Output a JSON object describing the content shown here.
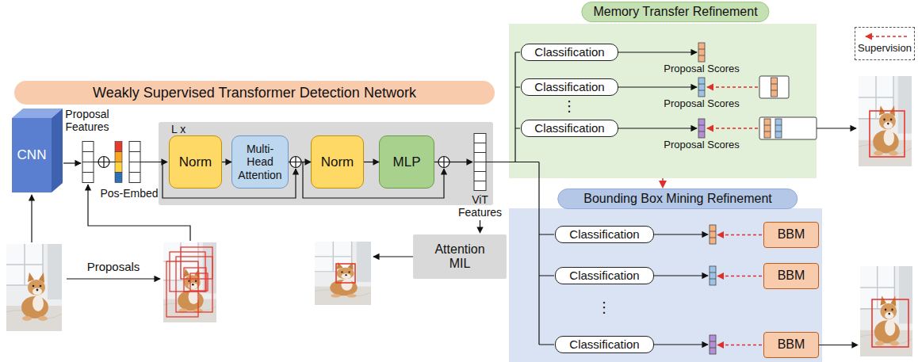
{
  "diagram": {
    "nodes": [
      {
        "text": [
          "Weakly Supervised Transformer Detection Network"
        ]
      },
      {
        "text": [
          "CNN"
        ]
      },
      {
        "text": [
          "L x"
        ]
      },
      {
        "text": [
          "Norm"
        ],
        "in": 2
      },
      {
        "text": [
          "Multi-Head Attention"
        ],
        "in": 2
      },
      {
        "text": [
          "Norm"
        ],
        "in": 2
      },
      {
        "text": [
          "MLP"
        ],
        "in": 2
      },
      {
        "text": [
          "Attention MIL"
        ]
      },
      {
        "text": [
          "Memory Transfer Refinement"
        ]
      },
      {
        "text": [
          "Classification"
        ],
        "in": 8
      },
      {
        "text": [
          "Classification"
        ],
        "in": 8
      },
      {
        "text": [
          "Classification"
        ],
        "in": 8
      },
      {
        "text": [
          "Bounding Box Mining Refinement"
        ]
      },
      {
        "text": [
          "Classification"
        ],
        "in": 12
      },
      {
        "text": [
          "BBM"
        ],
        "in": 12
      },
      {
        "text": [
          "Classification"
        ],
        "in": 12
      },
      {
        "text": [
          "BBM"
        ],
        "in": 12
      },
      {
        "text": [
          "Classification"
        ],
        "in": 12
      },
      {
        "text": [
          "BBM"
        ],
        "in": 12
      }
    ],
    "edges": [
      {
        "from": 3,
        "to": 4,
        "arrow": "to"
      },
      {
        "from": 4,
        "to": 5,
        "arrow": "to"
      },
      {
        "from": 5,
        "to": 6,
        "arrow": "to"
      },
      {
        "from": 8,
        "to": 12,
        "arrow": "to"
      }
    ],
    "labels": [
      "Proposal Features",
      "Pos-Embed",
      "ViT Features",
      "Proposals",
      "Proposal Scores",
      "Proposal Scores",
      "Proposal Scores",
      "⋮",
      "⋮",
      "···"
    ],
    "legend": [
      {
        "text": "Supervision"
      }
    ]
  }
}
